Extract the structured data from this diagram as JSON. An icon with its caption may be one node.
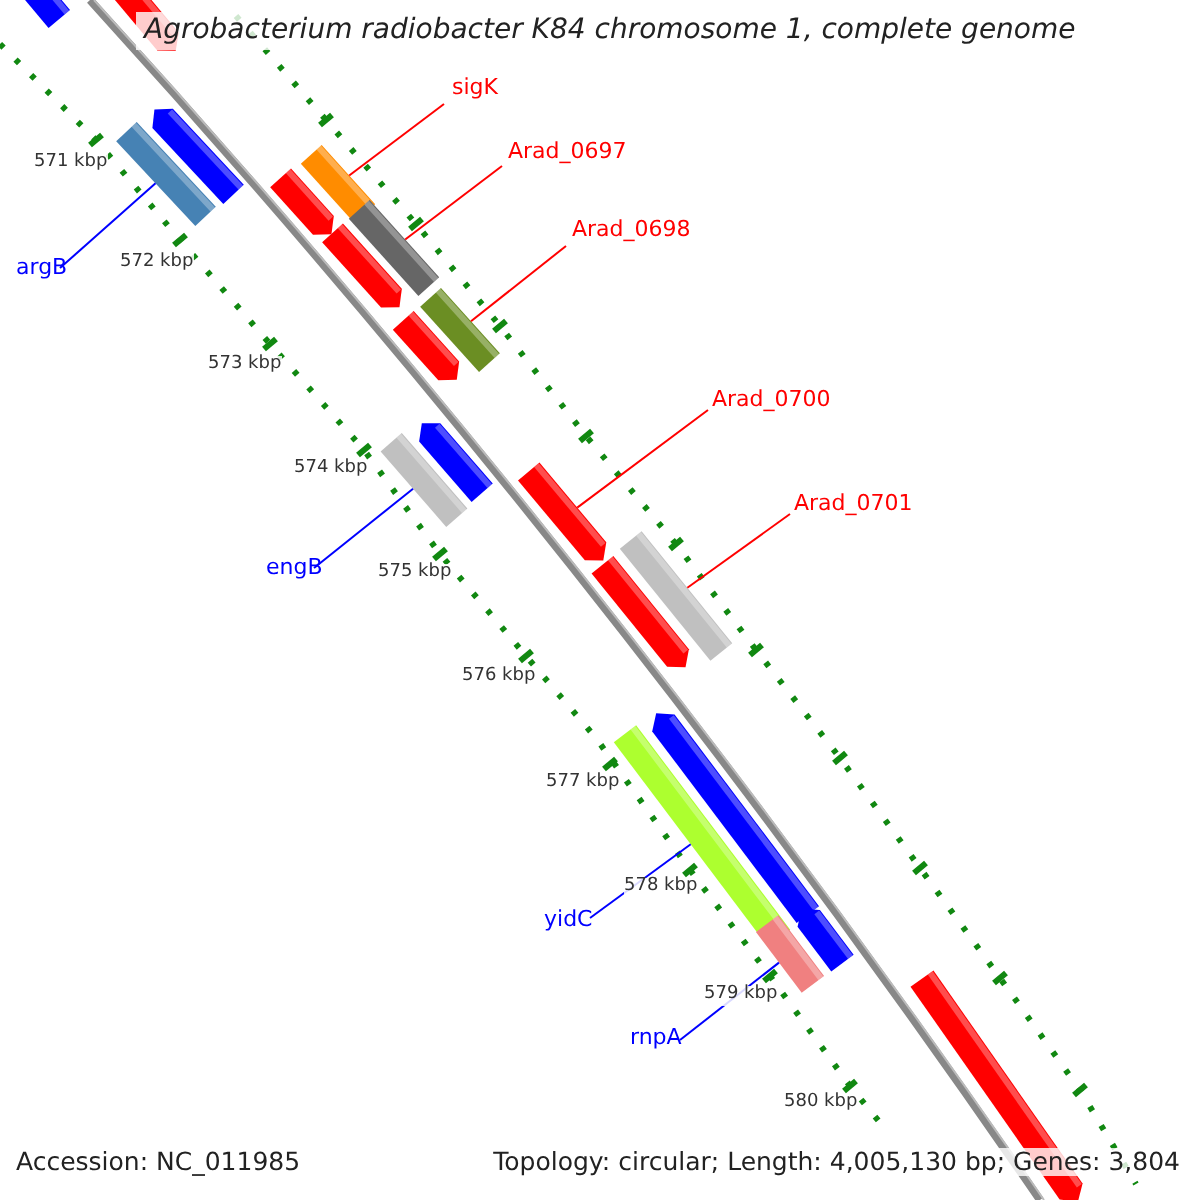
{
  "diagram": {
    "title": "Agrobacterium radiobacter K84 chromosome 1, complete genome",
    "nodes": [
      {
        "text": [
          "sigK"
        ]
      },
      {
        "text": [
          "Arad_0697"
        ]
      },
      {
        "text": [
          "Arad_0698"
        ]
      },
      {
        "text": [
          "argB"
        ]
      },
      {
        "text": [
          "Arad_0700"
        ]
      },
      {
        "text": [
          "Arad_0701"
        ]
      },
      {
        "text": [
          "engB"
        ]
      },
      {
        "text": [
          "yidC"
        ]
      },
      {
        "text": [
          "rnpA"
        ]
      },
      {
        "text": [],
        "shape": "bar"
      },
      {
        "text": [],
        "shape": "bar"
      },
      {
        "text": [],
        "shape": "bar"
      },
      {
        "text": [],
        "shape": "bar"
      },
      {
        "text": [],
        "shape": "bar"
      },
      {
        "text": [],
        "shape": "bar"
      },
      {
        "text": [],
        "shape": "bar"
      },
      {
        "text": [],
        "shape": "bar"
      },
      {
        "text": [],
        "shape": "bar"
      }
    ],
    "edges": [
      {
        "from": 0,
        "to": 10,
        "arrow": "none"
      },
      {
        "from": 1,
        "to": 11,
        "arrow": "none"
      },
      {
        "from": 2,
        "to": 12,
        "arrow": "none"
      },
      {
        "from": 3,
        "to": 9,
        "arrow": "none",
        "color": "#0000ff"
      },
      {
        "from": 4,
        "to": 14,
        "arrow": "none"
      },
      {
        "from": 5,
        "to": 15,
        "arrow": "none"
      },
      {
        "from": 6,
        "to": 13,
        "arrow": "none",
        "color": "#0000ff"
      },
      {
        "from": 7,
        "to": 16,
        "arrow": "none",
        "color": "#0000ff"
      },
      {
        "from": 8,
        "to": 17,
        "arrow": "none",
        "color": "#0000ff"
      }
    ],
    "labels": [
      "571 kbp",
      "572 kbp",
      "573 kbp",
      "574 kbp",
      "575 kbp",
      "576 kbp",
      "577 kbp",
      "578 kbp",
      "579 kbp",
      "580 kbp",
      "Accession: NC_011985",
      "Topology: circular; Length: 4,005,130 bp; Genes: 3,804"
    ]
  }
}
